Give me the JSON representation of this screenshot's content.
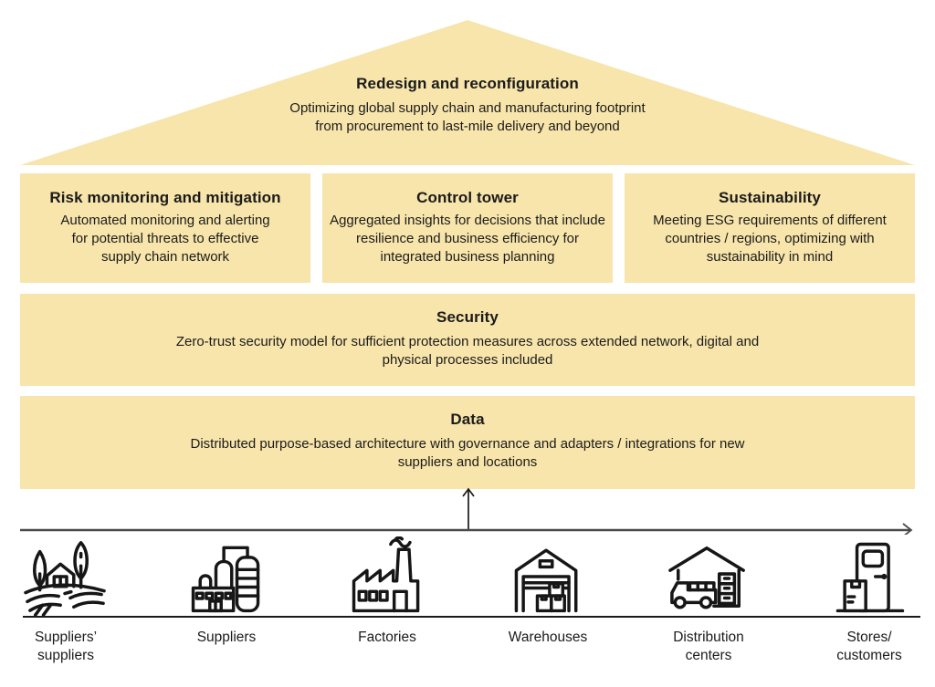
{
  "colors": {
    "panel_fill": "#f8e5ab",
    "text": "#1b1b1b",
    "flow_line": "#4a4a4a",
    "baseline": "#1a1a1a",
    "icon_stroke": "#161616",
    "background": "#ffffff"
  },
  "roof": {
    "title": "Redesign and reconfiguration",
    "subtitle": "Optimizing global supply chain and manufacturing footprint from procurement to last-mile delivery and beyond"
  },
  "pillars": [
    {
      "title": "Risk monitoring and mitigation",
      "body": "Automated monitoring and alerting for potential threats to effective supply chain network"
    },
    {
      "title": "Control tower",
      "body": "Aggregated insights for decisions that include resilience and business efficiency for integrated business planning"
    },
    {
      "title": "Sustainability",
      "body": "Meeting ESG requirements of different countries / regions, optimizing with sustainability in mind"
    }
  ],
  "layers": [
    {
      "title": "Security",
      "body": "Zero-trust security model for sufficient protection measures across extended network, digital and physical processes included"
    },
    {
      "title": "Data",
      "body": "Distributed purpose-based architecture with governance and adapters / integrations for new suppliers and locations"
    }
  ],
  "chain": {
    "stages": [
      {
        "label": "Suppliers’\nsuppliers",
        "icon": "farm-icon"
      },
      {
        "label": "Suppliers",
        "icon": "processing-plant-icon"
      },
      {
        "label": "Factories",
        "icon": "factory-icon"
      },
      {
        "label": "Warehouses",
        "icon": "warehouse-icon"
      },
      {
        "label": "Distribution\ncenters",
        "icon": "distribution-center-icon"
      },
      {
        "label": "Stores/\ncustomers",
        "icon": "store-door-icon"
      }
    ]
  }
}
